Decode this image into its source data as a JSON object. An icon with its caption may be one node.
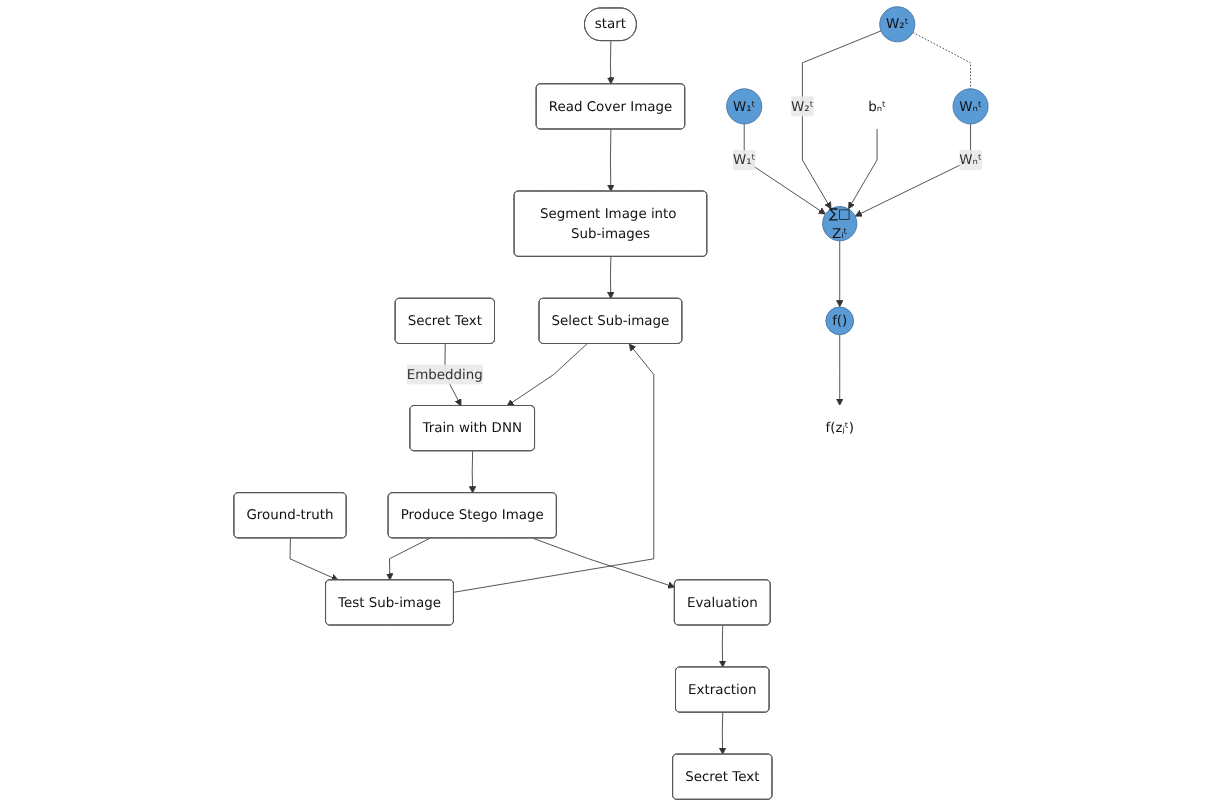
{
  "diagram": {
    "nodes": [
      {
        "text": [
          "start"
        ]
      },
      {
        "text": [
          "Read Cover Image"
        ]
      },
      {
        "text": [
          "Segment Image into Sub-images"
        ]
      },
      {
        "text": [
          "Secret Text"
        ]
      },
      {
        "text": [
          "Ground-truth"
        ]
      },
      {
        "text": [
          "Select Sub-image"
        ]
      },
      {
        "text": [
          "Train with DNN"
        ]
      },
      {
        "text": [
          "Test Sub-image"
        ]
      },
      {
        "text": [
          "Produce Stego Image"
        ]
      },
      {
        "text": [
          "Extraction"
        ]
      },
      {
        "text": [
          "Evaluation"
        ]
      },
      {
        "text": [
          "Secret Text"
        ]
      },
      {
        "text": [
          "W₁ᵗ"
        ]
      },
      {
        "text": [
          "W₂ᵗ"
        ]
      },
      {
        "text": [
          "Wₙᵗ"
        ]
      },
      {
        "text": [
          "∑□",
          "Zᵢᵗ"
        ]
      },
      {
        "text": [
          "f()"
        ]
      },
      {
        "text": [
          "bₙᵗ"
        ]
      },
      {
        "text": [
          "f(zⱼᵗ)"
        ]
      }
    ],
    "edges": [
      {
        "from": 0,
        "to": 1,
        "arrow": "to"
      },
      {
        "from": 1,
        "to": 2,
        "arrow": "to"
      },
      {
        "from": 2,
        "to": 5,
        "arrow": "to"
      },
      {
        "from": 5,
        "to": 6,
        "arrow": "to"
      },
      {
        "from": 3,
        "to": 6,
        "arrow": "to",
        "label": "Embedding"
      },
      {
        "from": 6,
        "to": 8,
        "arrow": "to"
      },
      {
        "from": 8,
        "to": 7,
        "arrow": "to"
      },
      {
        "from": 4,
        "to": 7,
        "arrow": "to"
      },
      {
        "from": 7,
        "to": 5,
        "arrow": "to"
      },
      {
        "from": 8,
        "to": 10,
        "arrow": "to"
      },
      {
        "from": 10,
        "to": 9,
        "arrow": "to"
      },
      {
        "from": 9,
        "to": 11,
        "arrow": "to"
      },
      {
        "from": 12,
        "to": 15,
        "arrow": "to",
        "label": "W₁ᵗ"
      },
      {
        "from": 13,
        "to": 15,
        "arrow": "to",
        "label": "W₂ᵗ"
      },
      {
        "from": 14,
        "to": 15,
        "arrow": "to",
        "label": "Wₙᵗ"
      },
      {
        "from": 13,
        "to": 14,
        "arrow": "none",
        "style": "dashed"
      },
      {
        "from": 17,
        "to": 15,
        "arrow": "to"
      },
      {
        "from": 15,
        "to": 16,
        "arrow": "to"
      },
      {
        "from": 16,
        "to": 18,
        "arrow": "to"
      }
    ]
  }
}
